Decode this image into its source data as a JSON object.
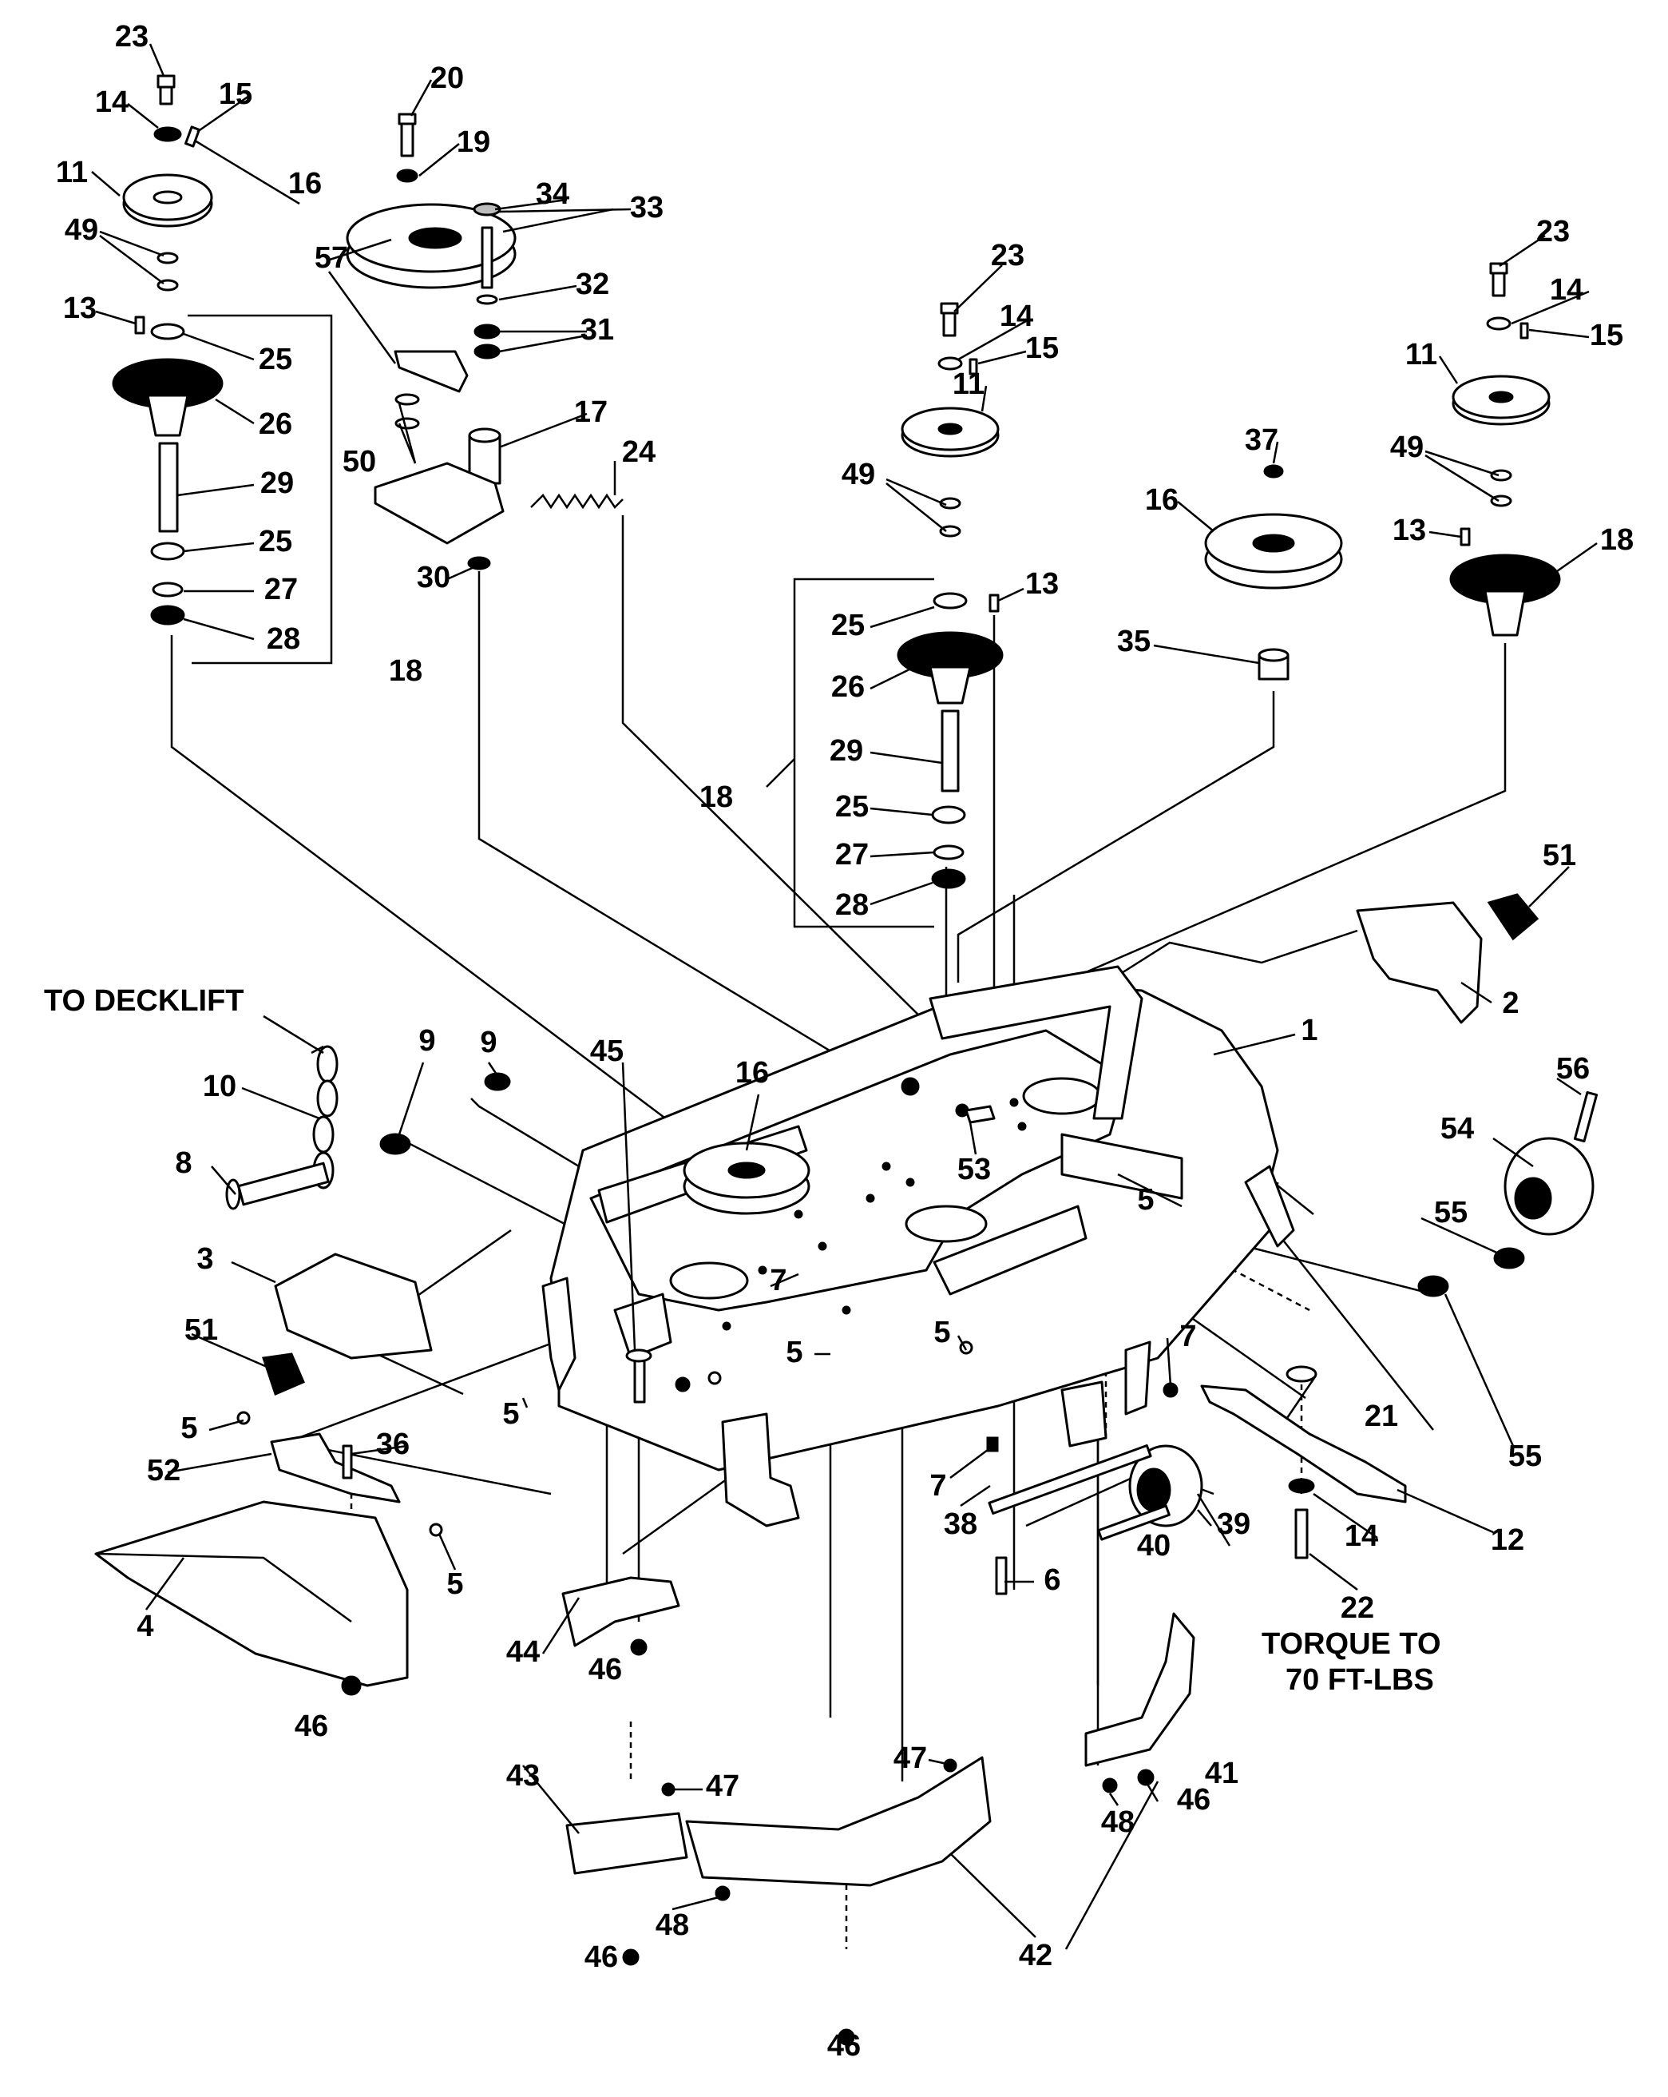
{
  "callouts": [
    "1",
    "2",
    "3",
    "4",
    "5",
    "6",
    "7",
    "8",
    "9",
    "10",
    "11",
    "12",
    "13",
    "14",
    "15",
    "16",
    "17",
    "18",
    "19",
    "20",
    "21",
    "22",
    "23",
    "24",
    "25",
    "26",
    "27",
    "28",
    "29",
    "30",
    "31",
    "32",
    "33",
    "34",
    "35",
    "36",
    "37",
    "38",
    "39",
    "40",
    "41",
    "42",
    "43",
    "44",
    "45",
    "46",
    "47",
    "48",
    "49",
    "50",
    "51",
    "52",
    "53",
    "54",
    "55",
    "56",
    "57"
  ],
  "notes": {
    "to_decklift": "TO DECKLIFT",
    "torque_line1": "TORQUE TO",
    "torque_line2": "70 FT-LBS"
  }
}
